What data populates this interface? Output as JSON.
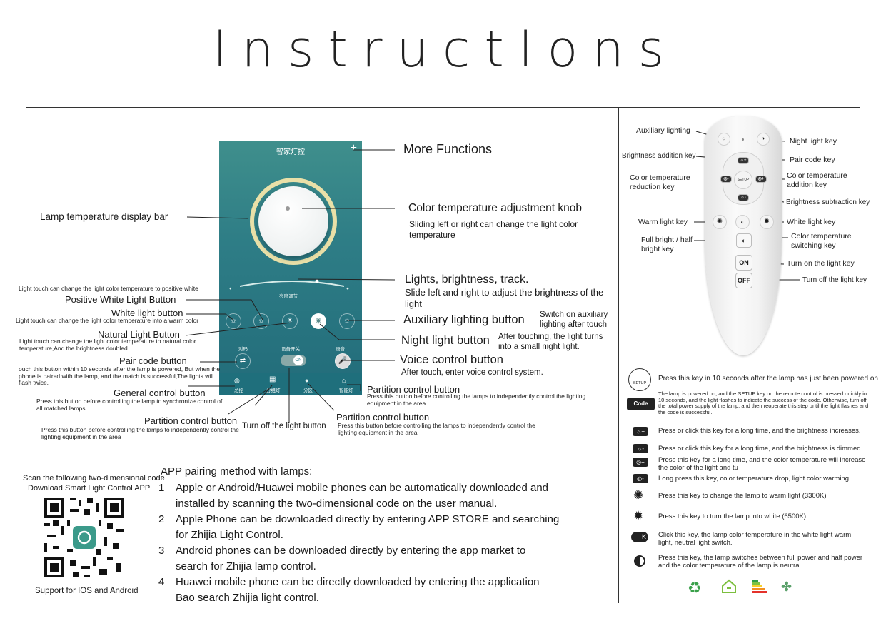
{
  "title": "InstructIons",
  "app": {
    "screen_title": "智家灯控",
    "plus": "+",
    "brightness_label": "亮度调节",
    "btn_row_labels": [
      "对码",
      "设备开关",
      "语音"
    ],
    "switch_label": "ON",
    "tabs": [
      "总控",
      "分组灯",
      "分区",
      "智能灯"
    ]
  },
  "labels": {
    "more_functions": "More Functions",
    "lamp_temp_bar": "Lamp temperature display bar",
    "knob_title": "Color temperature adjustment knob",
    "knob_desc": "Sliding left or right can change the light color temperature",
    "track_title": "Lights, brightness, track.",
    "track_desc": "Slide left and right to adjust the brightness of the light",
    "aux_title": "Auxiliary lighting button",
    "aux_desc": "Switch on auxiliary lighting after touch",
    "night_title": "Night light button",
    "night_desc": "After touching, the light turns into a small night light.",
    "voice_title": "Voice control button",
    "voice_desc": "After touch, enter voice control system.",
    "partition1_title": "Partition control button",
    "partition1_desc": "Press this button before controlling the lamps to independently control the lighting equipment in the area",
    "partition2_title": "Partition control button",
    "partition2_desc": "Press this button before controlling the lamps to independently control the lighting equipment in the area",
    "turn_off": "Turn off the light button",
    "partition3_title": "Partition control button",
    "partition3_desc": "Press this button before controlling the lamps to independently control the lighting equipment in the area",
    "general_title": "General control button",
    "general_desc": "Press this button before controlling the lamp to synchronize control of all matched lamps",
    "pair_title": "Pair code button",
    "pair_desc": "ouch this button within 10 seconds after the lamp is powered, But when the phone is paired with the lamp, and the match is successful,The lights will flash twice.",
    "natural_title": "Natural Light Button",
    "natural_desc": "Light touch can change the light color temperature to natural color temperature,And the brightness doubled.",
    "white_title": "White light button",
    "white_desc": "Light touch can change the light color temperature into a warm color",
    "positive_title": "Positive White Light Button",
    "positive_desc": "Light touch can change the light color temperature to positive white"
  },
  "pairing": {
    "heading": "APP pairing method with lamps:",
    "steps": [
      {
        "num": "1",
        "line1": "Apple or Android/Huawei mobile phones can be automatically downloaded and",
        "line2": "installed by scanning the two-dimensional code on the user manual."
      },
      {
        "num": "2",
        "line1": "Apple Phone can be downloaded directly by entering APP STORE and searching",
        "line2": "for Zhijia Light Control."
      },
      {
        "num": "3",
        "line1": "Android phones can be downloaded directly by entering the app market to",
        "line2": "search for Zhijia lamp control."
      },
      {
        "num": "4",
        "line1": "Huawei mobile phone can be directly downloaded by entering the application",
        "line2": "Bao search Zhijia light control."
      }
    ]
  },
  "qr": {
    "line1": "Scan the following two-dimensional code",
    "line2": "Download Smart Light Control APP",
    "support": "Support for IOS and Android"
  },
  "remote_labels": {
    "aux": "Auxiliary lighting",
    "night": "Night light key",
    "bright_add": "Brightness addition key",
    "pair": "Pair code key",
    "ct_reduce": "Color temperature reduction key",
    "ct_add": "Color temperature addition key",
    "bright_sub": "Brightness subtraction key",
    "warm": "Warm light key",
    "white": "White light key",
    "full_half": "Full bright / half bright key",
    "ct_switch": "Color temperature switching key",
    "turn_on": "Turn on the light key",
    "turn_off": "Turn off the light key",
    "on_key": "ON",
    "off_key": "OFF",
    "setup_key": "SETUP"
  },
  "legend": {
    "setup_icon": "SETUP",
    "setup": "Press this key in 10 seconds after the lamp has just been powered on",
    "code_mode_icon": "Code mode",
    "code_mode": "The lamp is powered on, and the SETUP key on the remote control is pressed quickly in 10 seconds, and the light flashes to indicate the success of the code. Otherwise, turn off the total power supply of the lamp, and then reoperate this step until the light flashes and the code is successful.",
    "bright_up": "Press or click this key for a long time, and the brightness increases.",
    "bright_down": "Press or click this key for a long time, and the brightness is dimmed.",
    "ct_up": "Press this key for a long time, and the color temperature will increase the color of the light and tu",
    "ct_down": "Long press this key, color temperature drop, light color warming.",
    "warm": "Press this key to change the lamp to warm light (3300K)",
    "white": "Press this key to turn the lamp into white (6500K)",
    "k_switch": "Click this key, the lamp color temperature in the white light warm light, neutral light switch.",
    "half": "Press this key, the lamp switches between full power and half power and the color temperature of the lamp is neutral"
  },
  "colors": {
    "phone_top": "#3f8f8c",
    "phone_bottom": "#226c7a",
    "knob_ring": "#e9e0a8",
    "recycle_green": "#3aa04a"
  }
}
